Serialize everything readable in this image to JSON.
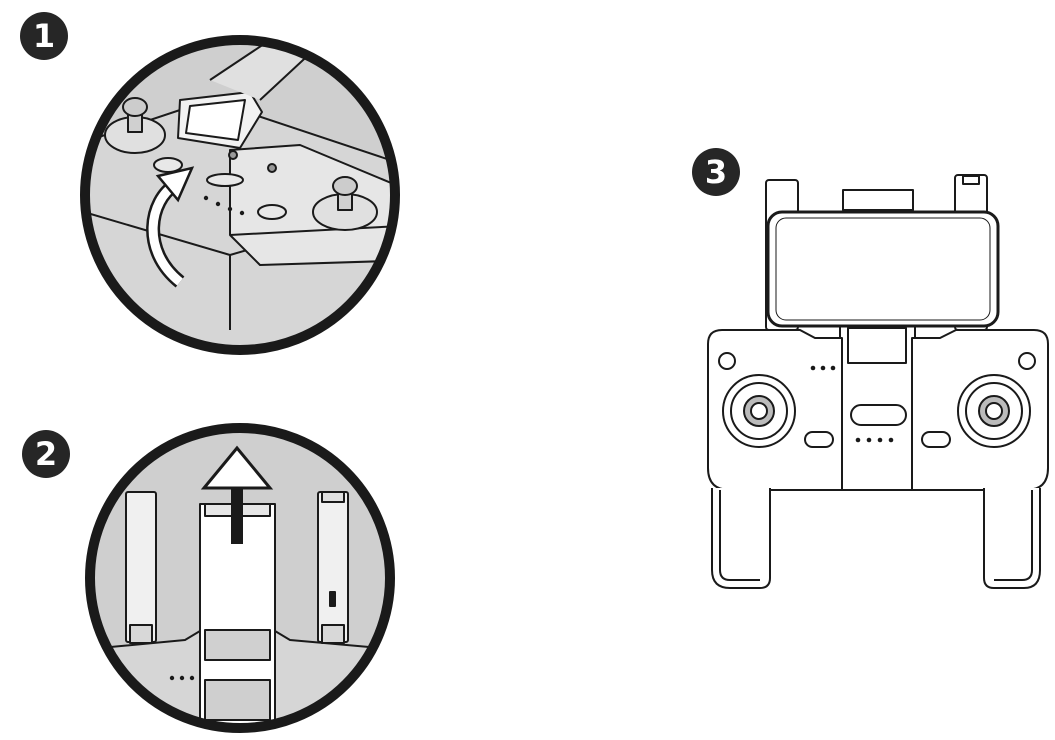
{
  "steps": [
    {
      "number": "1"
    },
    {
      "number": "2"
    },
    {
      "number": "3"
    }
  ],
  "colors": {
    "badge": "#262626",
    "circle_fill": "#cfcfcf",
    "outline": "#1a1a1a"
  },
  "icons": [
    "curved-arrow-icon",
    "up-arrow-icon",
    "smartphone-icon",
    "joystick-icon"
  ]
}
